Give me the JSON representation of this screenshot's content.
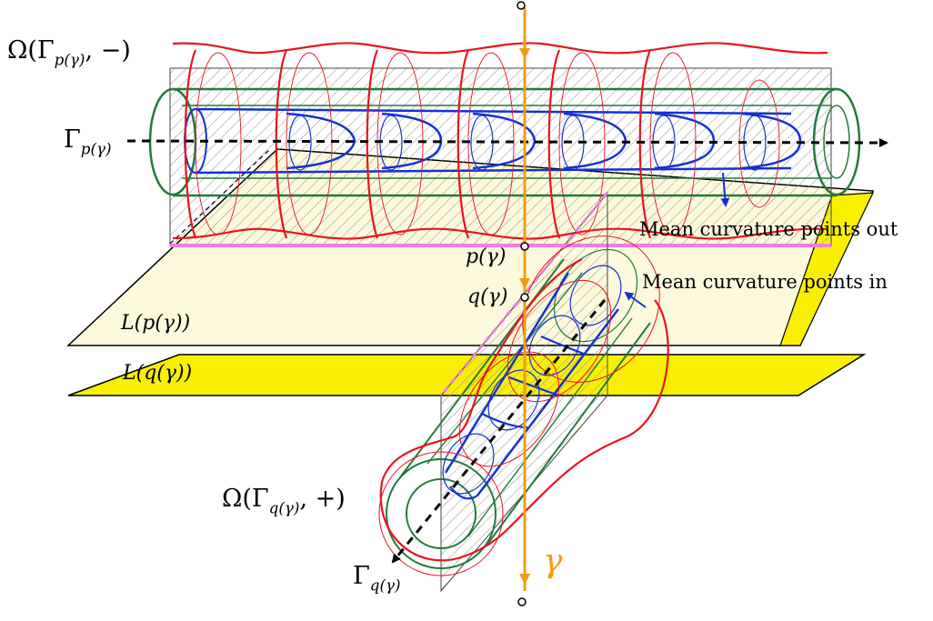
{
  "labels": {
    "omega_p_prefix": "Ω(Γ",
    "omega_p_sub": "p(γ)",
    "omega_p_suffix": ", −)",
    "gamma_p_main": "Γ",
    "gamma_p_sub": "p(γ)",
    "mean_out": "Mean curvature points out",
    "mean_in": "Mean curvature points in",
    "p_gamma": "p(γ)",
    "q_gamma": "q(γ)",
    "L_p": "L(p(γ))",
    "L_q": "L(q(γ))",
    "omega_q_prefix": "Ω(Γ",
    "omega_q_sub": "q(γ)",
    "omega_q_suffix": ", +)",
    "gamma_q_main": "Γ",
    "gamma_q_sub": "q(γ)",
    "gamma": "γ"
  },
  "colors": {
    "red": "#e8141e",
    "blue": "#1432d2",
    "green": "#237a3c",
    "orange": "#f39c12",
    "pink": "#f07ce6",
    "yellow": "#f8f000",
    "cream": "#fdf9dc",
    "hatch": "#9a9a9a"
  }
}
